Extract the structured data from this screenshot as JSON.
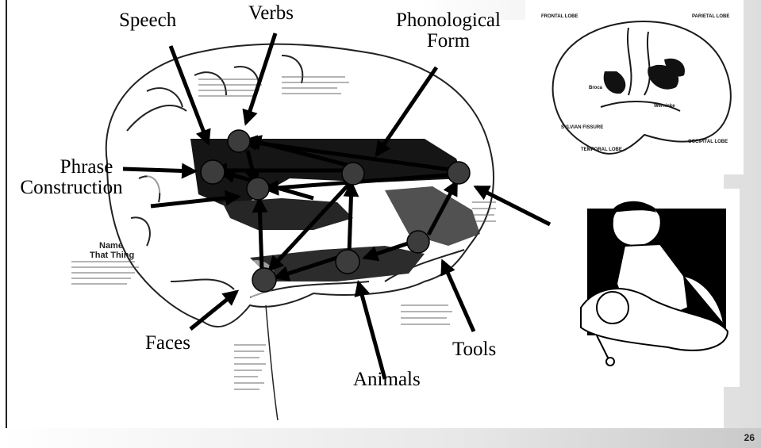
{
  "labels": {
    "speech": "Speech",
    "verbs": "Verbs",
    "phonological_line1": "Phonological",
    "phonological_line2": "Form",
    "phrase_line1": "Phrase",
    "phrase_line2": "Construction",
    "faces": "Faces",
    "animals": "Animals",
    "tools": "Tools"
  },
  "photo_text": {
    "name_that_thing_line1": "Name",
    "name_that_thing_line2": "That Thing"
  },
  "inset_labels": {
    "frontal_lobe": "FRONTAL LOBE",
    "parietal_lobe": "PARIETAL LOBE",
    "sylvian_fissure": "SYLVIAN FISSURE",
    "temporal_lobe": "TEMPORAL LOBE",
    "occipital_lobe": "OCCIPITAL LOBE",
    "broca": "Broca",
    "wernicke": "Wernicke"
  },
  "slide_number": "26",
  "colors": {
    "node": "#3c3c3c",
    "arrow": "#000000",
    "photo_ink": "#1a1a1a"
  }
}
